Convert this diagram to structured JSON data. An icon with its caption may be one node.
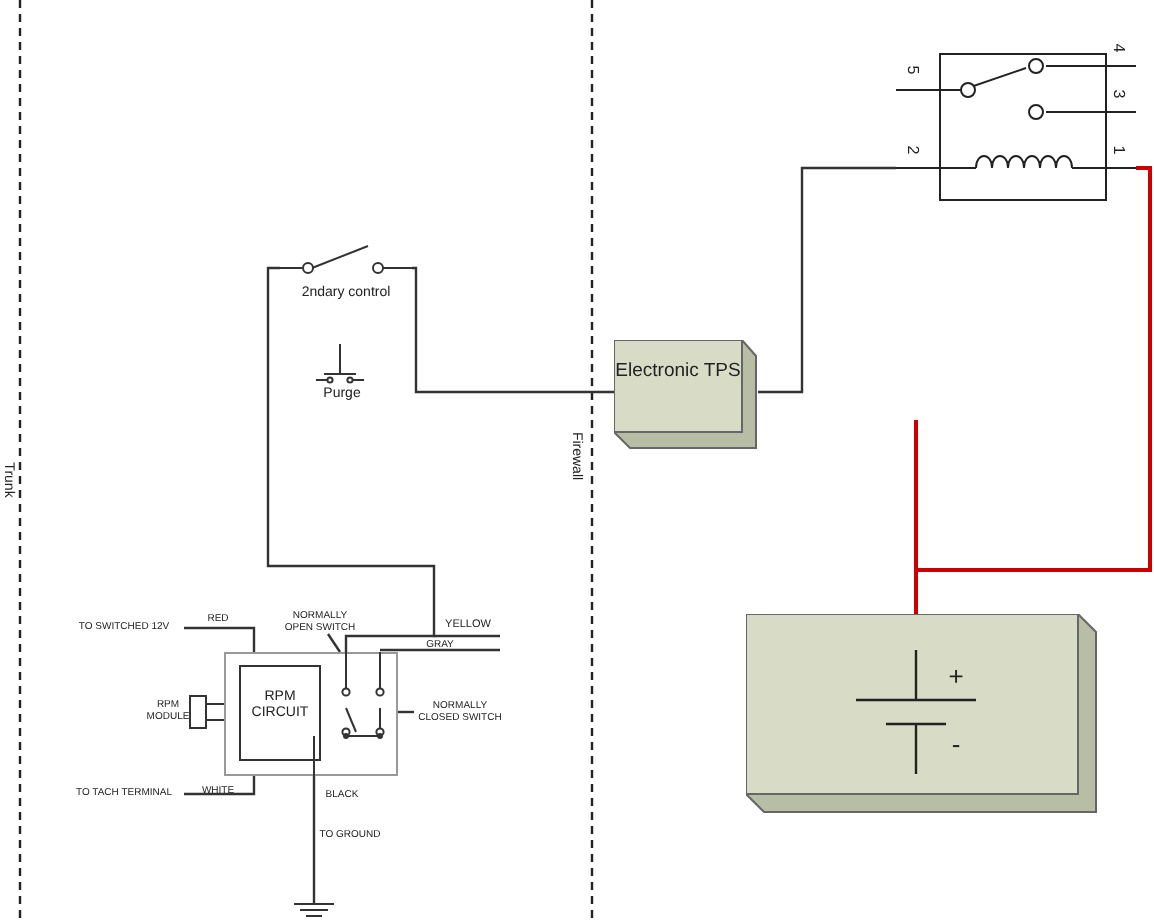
{
  "diagram": {
    "nodes": [
      {
        "text": [],
        "shape": "box"
      },
      {
        "text": [
          "2ndary control"
        ]
      },
      {
        "text": [
          "Electronic TPS"
        ]
      },
      {
        "text": [],
        "shape": "box"
      },
      {
        "text": [
          "NORMALLY OPEN SWITCH"
        ]
      },
      {
        "text": [
          "RPM CIRCUIT"
        ]
      },
      {
        "text": [
          "NORMALLY CLOSED SWITCH"
        ]
      }
    ],
    "edges": [
      {
        "from": 5,
        "to": 1,
        "arrow": "none",
        "label": "YELLOW"
      },
      {
        "from": 1,
        "to": 2,
        "arrow": "none"
      },
      {
        "from": 2,
        "to": 0,
        "arrow": "none"
      },
      {
        "from": 0,
        "to": 3,
        "arrow": "none",
        "color": "#cc0000"
      },
      {
        "from": 3,
        "to": null,
        "arrow": "none",
        "color": "#cc0000"
      },
      {
        "from": 4,
        "to": 5,
        "arrow": "none"
      },
      {
        "from": 6,
        "to": 5,
        "arrow": "none"
      }
    ],
    "labels": [
      "5",
      "4",
      "3",
      "2",
      "1",
      "Purge",
      "Firewall",
      "Trunk",
      "TO SWITCHED 12V",
      "RED",
      "GRAY",
      "+",
      "RPM MODULE",
      "-",
      "TO TACH TERMINAL",
      "WHITE",
      "BLACK",
      "TO GROUND"
    ]
  }
}
